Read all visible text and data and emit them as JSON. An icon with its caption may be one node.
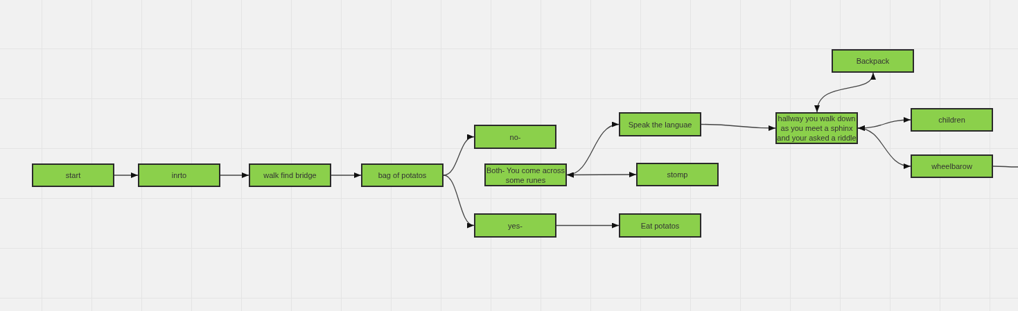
{
  "diagram": {
    "nodes": [
      {
        "text": [
          "start"
        ]
      },
      {
        "text": [
          "inrto"
        ]
      },
      {
        "text": [
          "walk find bridge"
        ]
      },
      {
        "text": [
          "bag of potatos"
        ]
      },
      {
        "text": [
          "no-"
        ]
      },
      {
        "text": [
          "Both- You come across some runes"
        ]
      },
      {
        "text": [
          "yes-"
        ]
      },
      {
        "text": [
          "Speak the languae"
        ]
      },
      {
        "text": [
          "stomp"
        ]
      },
      {
        "text": [
          "Eat potatos"
        ]
      },
      {
        "text": [
          "Backpack"
        ]
      },
      {
        "text": [
          "hallway you walk down as you meet a sphinx and your asked a riddle"
        ]
      },
      {
        "text": [
          "children"
        ]
      },
      {
        "text": [
          "wheelbarow"
        ]
      }
    ],
    "edges": [
      {
        "from": 0,
        "to": 1,
        "arrow": "to"
      },
      {
        "from": 1,
        "to": 2,
        "arrow": "to"
      },
      {
        "from": 2,
        "to": 3,
        "arrow": "to"
      },
      {
        "from": 3,
        "to": 4,
        "arrow": "to"
      },
      {
        "from": 3,
        "to": 6,
        "arrow": "to"
      },
      {
        "from": 5,
        "to": 7,
        "arrow": "both"
      },
      {
        "from": 5,
        "to": 8,
        "arrow": "both"
      },
      {
        "from": 6,
        "to": 9,
        "arrow": "to"
      },
      {
        "from": 7,
        "to": 11,
        "arrow": "to"
      },
      {
        "from": 11,
        "to": 10,
        "arrow": "both"
      },
      {
        "from": 11,
        "to": 12,
        "arrow": "both"
      },
      {
        "from": 11,
        "to": 13,
        "arrow": "both"
      },
      {
        "from": 13,
        "to": null,
        "arrow": "none"
      }
    ]
  }
}
